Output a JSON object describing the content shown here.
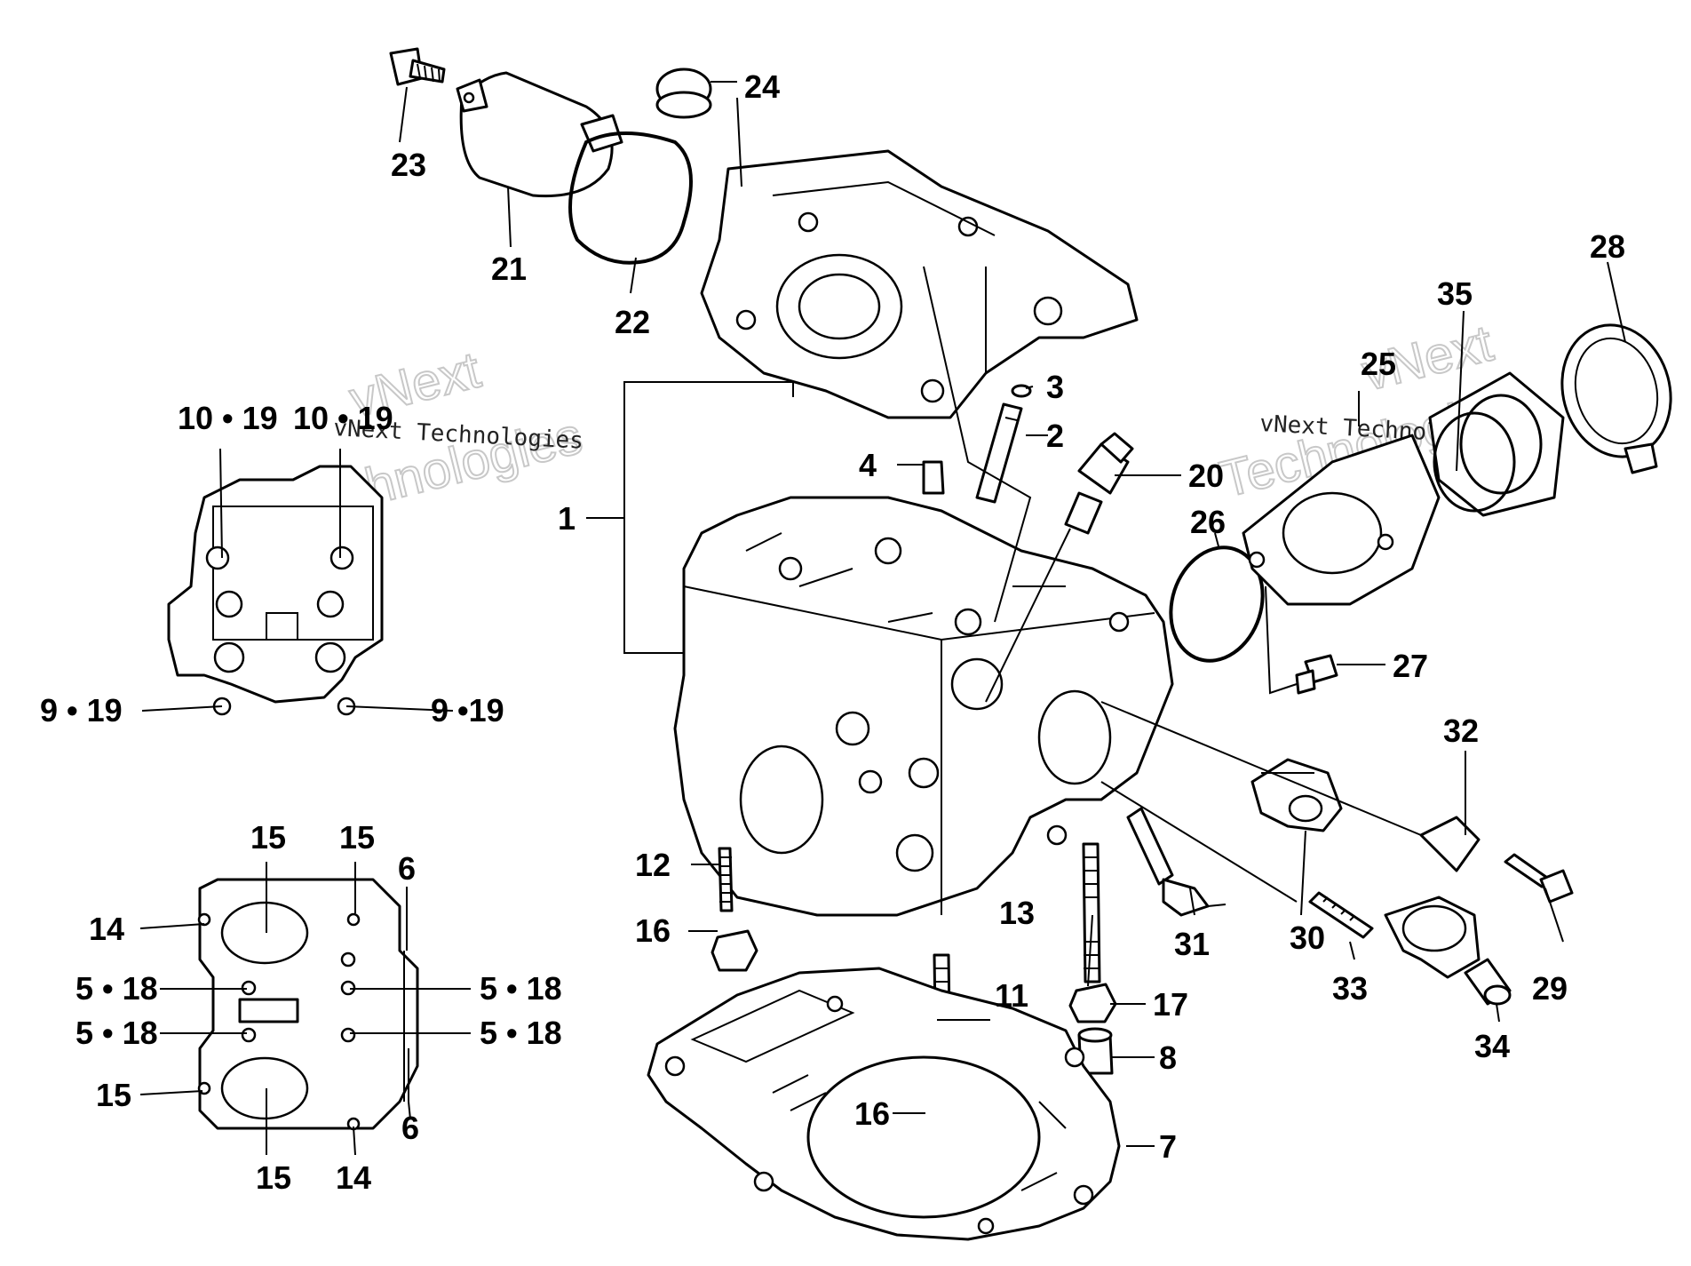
{
  "diagram": {
    "watermark": {
      "brand": "vNext",
      "line": "vNext Technologies",
      "large": "Technologies"
    },
    "callouts": {
      "c1": "1",
      "c2": "2",
      "c3": "3",
      "c4": "4",
      "c7": "7",
      "c8": "8",
      "c11": "11",
      "c12": "12",
      "c13": "13",
      "c16a": "16",
      "c16b": "16",
      "c17": "17",
      "c20": "20",
      "c21": "21",
      "c22": "22",
      "c23": "23",
      "c24": "24",
      "c25": "25",
      "c26": "26",
      "c27": "27",
      "c28": "28",
      "c29": "29",
      "c30": "30",
      "c31": "31",
      "c32": "32",
      "c33": "33",
      "c34": "34",
      "c35": "35",
      "c10_19a": "10 • 19",
      "c10_19b": "10 • 19",
      "c9_19a": "9 • 19",
      "c9_19b": "9 •19",
      "c15a": "15",
      "c15b": "15",
      "c15c": "15",
      "c15d": "15",
      "c14a": "14",
      "c14b": "14",
      "c6a": "6",
      "c6b": "6",
      "c5_18a": "5 • 18",
      "c5_18b": "5 • 18",
      "c5_18c": "5 • 18",
      "c5_18d": "5 • 18"
    }
  }
}
